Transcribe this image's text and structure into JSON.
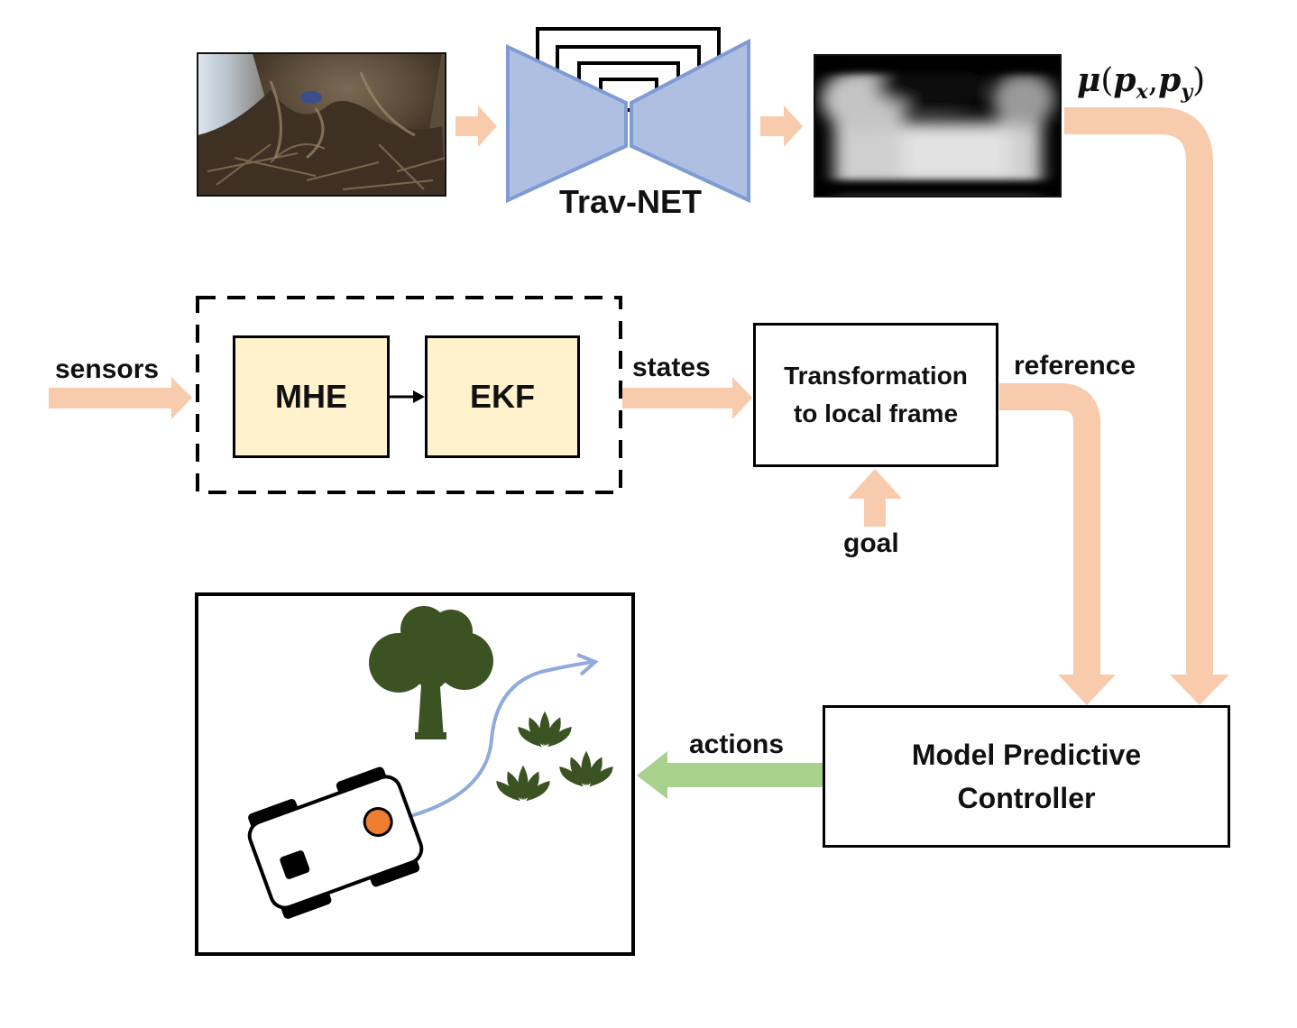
{
  "network": {
    "label": "Trav-NET"
  },
  "output_label": "μ(p_x, p_y)",
  "output_parts": {
    "mu": "μ",
    "open": "(",
    "px": "p",
    "px_sub": "x",
    "comma": ",",
    "py": "p",
    "py_sub": "y",
    "close": ")"
  },
  "estimator": {
    "block1": "MHE",
    "block2": "EKF"
  },
  "inputs": {
    "sensors": "sensors",
    "goal": "goal"
  },
  "signals": {
    "states": "states",
    "reference": "reference",
    "actions": "actions"
  },
  "transform": {
    "line1": "Transformation",
    "line2": "to local frame"
  },
  "controller": {
    "line1": "Model Predictive",
    "line2": "Controller"
  },
  "colors": {
    "arrow_orange": "#f8cbad",
    "arrow_green": "#a9d18e",
    "network_blue": "#aebfe2",
    "network_edge": "#7f9bd4",
    "block_fill": "#fff2cc",
    "plant_green": "#3b5323",
    "robot_sensor": "#ed7d31",
    "path_blue": "#8faadc"
  },
  "icons": {
    "camera_image": "tree-roots-photo",
    "traversability_map": "traversability-heatmap",
    "tree": "tree-icon",
    "plants": "plant-icon",
    "robot": "robot-icon"
  }
}
